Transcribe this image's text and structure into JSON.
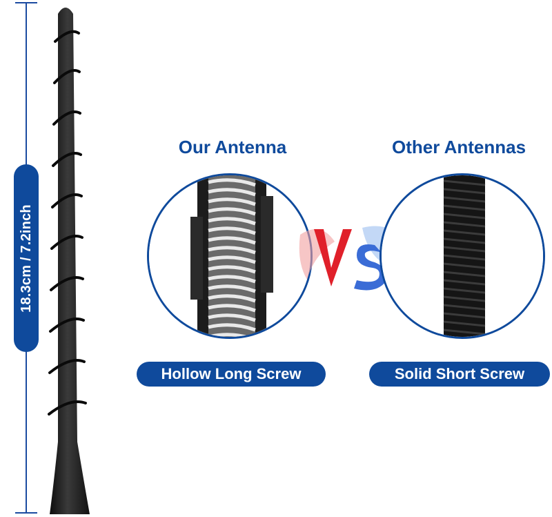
{
  "dimension": {
    "text": "18.3cm / 7.2inch"
  },
  "comparison": {
    "left": {
      "heading": "Our Antenna",
      "label": "Hollow Long Screw"
    },
    "right": {
      "heading": "Other Antennas",
      "label": "Solid Short Screw"
    },
    "vs_text": "VS"
  },
  "colors": {
    "brand_blue": "#0f4a9c",
    "antenna_black": "#1b1b1b",
    "vs_red": "#e0202a",
    "vs_blue": "#3a6cd6"
  },
  "icons": [
    "antenna-image",
    "spring-screw-image",
    "solid-screw-image",
    "vs-badge-icon"
  ]
}
